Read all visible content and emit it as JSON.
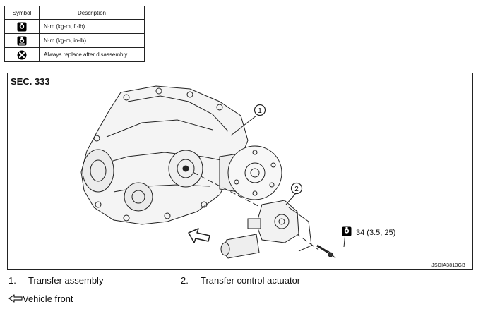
{
  "legend": {
    "header_symbol": "Symbol",
    "header_description": "Description",
    "rows": [
      {
        "icon": "torque-wrench-icon",
        "description": "N·m (kg-m, ft-lb)"
      },
      {
        "icon": "torque-wrench-small-icon",
        "description": "N·m (kg-m, in-lb)"
      },
      {
        "icon": "replace-part-icon",
        "description": "Always replace after disassembly."
      }
    ]
  },
  "figure": {
    "section": "SEC. 333",
    "callout_1": "1",
    "callout_2": "2",
    "torque_value": "34 (3.5, 25)",
    "code": "JSDIA3813GB"
  },
  "captions": [
    {
      "number": "1.",
      "text": "Transfer assembly"
    },
    {
      "number": "2.",
      "text": "Transfer control actuator"
    }
  ],
  "vehicle_front": "Vehicle front"
}
